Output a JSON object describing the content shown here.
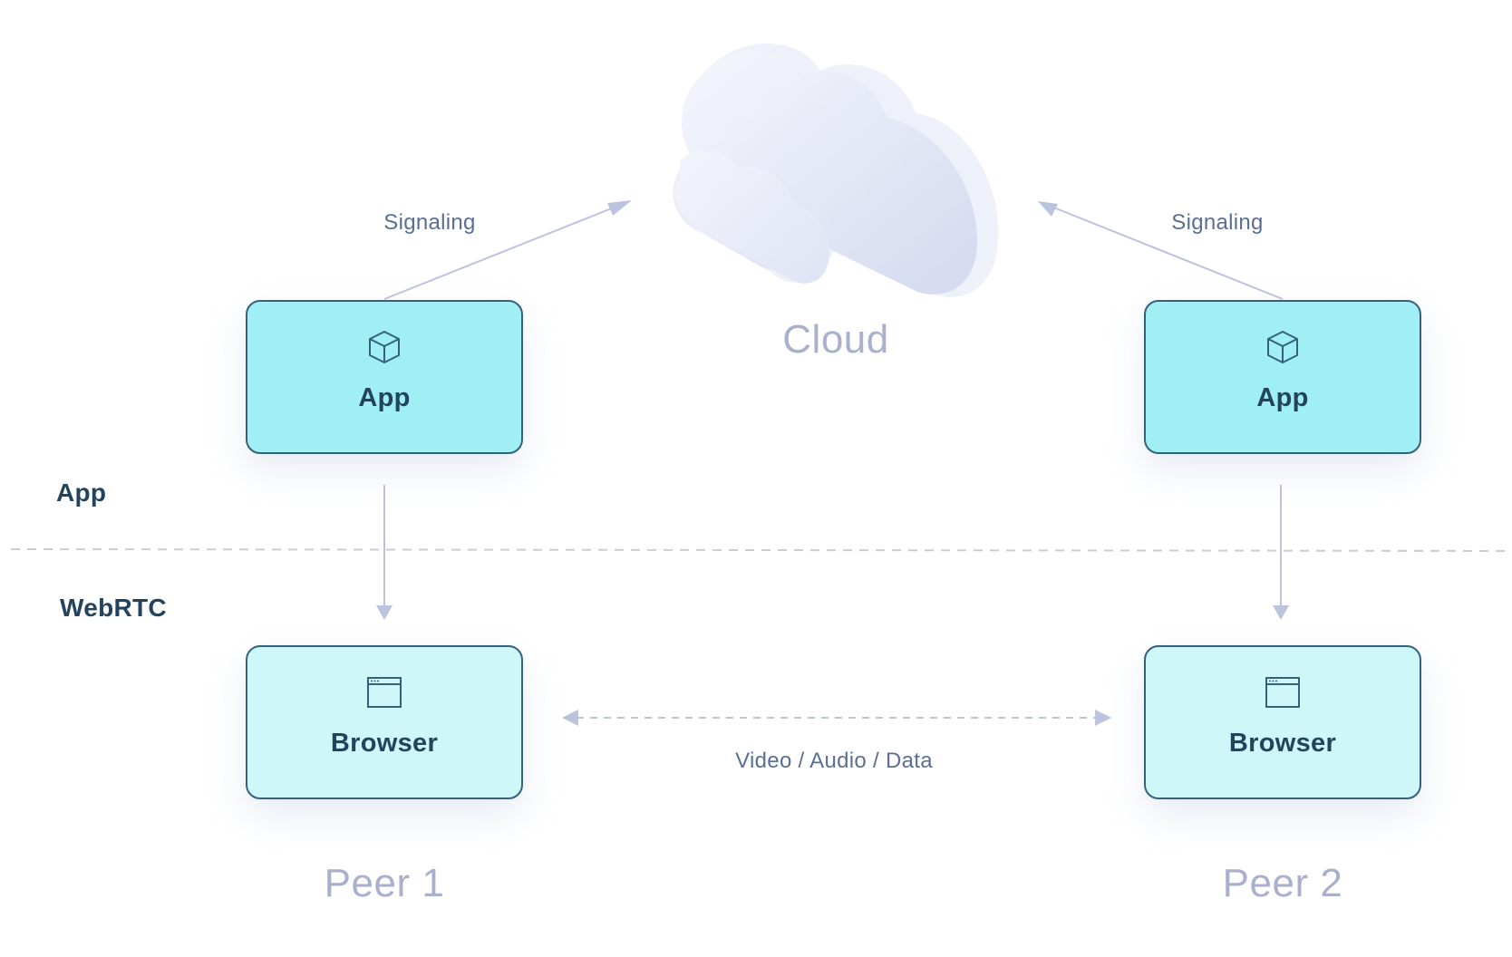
{
  "layers": {
    "app_label": "App",
    "webrtc_label": "WebRTC"
  },
  "cloud": {
    "label": "Cloud",
    "icon": "cloud-icon"
  },
  "edges": {
    "signaling_left": "Signaling",
    "signaling_right": "Signaling",
    "media": "Video / Audio / Data"
  },
  "peers": [
    {
      "name": "Peer 1",
      "app": {
        "label": "App",
        "icon": "cube-icon"
      },
      "browser": {
        "label": "Browser",
        "icon": "browser-window-icon"
      }
    },
    {
      "name": "Peer 2",
      "app": {
        "label": "App",
        "icon": "cube-icon"
      },
      "browser": {
        "label": "Browser",
        "icon": "browser-window-icon"
      }
    }
  ],
  "colors": {
    "app_fill": "#a0eff5",
    "browser_fill": "#cff6f9",
    "node_border": "#35627a",
    "text_dark": "#24445e",
    "text_edge": "#5a6f93",
    "text_muted": "#a8b0cc",
    "arrow": "#bcc3dc",
    "divider": "#c9cdd6"
  }
}
